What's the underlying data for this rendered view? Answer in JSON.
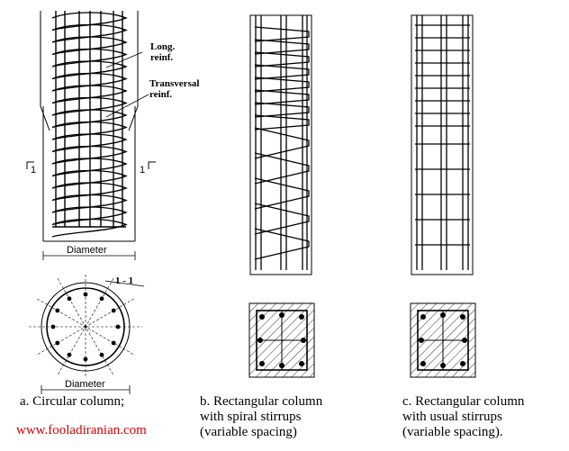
{
  "labels": {
    "long_reinf_1": "Long.",
    "long_reinf_2": "reinf.",
    "transv_reinf_1": "Transversal",
    "transv_reinf_2": "reinf.",
    "section_mark_left": "1",
    "section_mark_right": "1",
    "section_title": "1 - 1",
    "diameter_top": "Diameter",
    "diameter_bottom": "Diameter"
  },
  "captions": {
    "a": [
      "a. Circular column;"
    ],
    "b": [
      "b. Rectangular column",
      "with spiral stirrups",
      "(variable spacing)"
    ],
    "c": [
      "c. Rectangular column",
      "with usual stirrups",
      "(variable spacing)."
    ]
  },
  "watermark": "www.fooladiranian.com",
  "colors": {
    "line": "#000000",
    "watermark": "#d40000",
    "background": "#ffffff"
  }
}
